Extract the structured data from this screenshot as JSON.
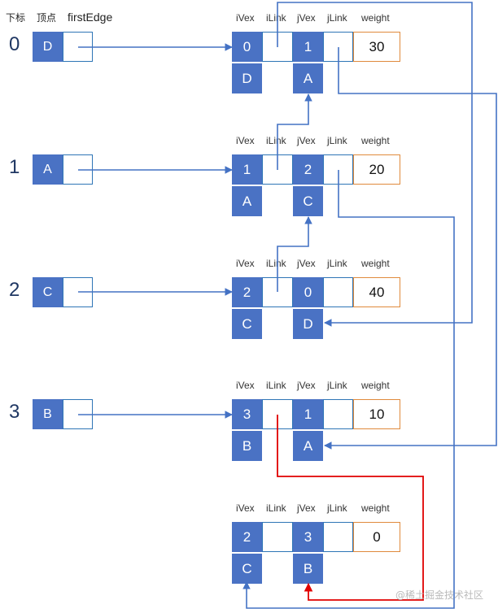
{
  "header": {
    "index_label": "下标",
    "vertex_label": "顶点",
    "first_edge_label": "firstEdge"
  },
  "columns": [
    "iVex",
    "iLink",
    "jVex",
    "jLink",
    "weight"
  ],
  "vertices": [
    {
      "index": "0",
      "name": "D"
    },
    {
      "index": "1",
      "name": "A"
    },
    {
      "index": "2",
      "name": "C"
    },
    {
      "index": "3",
      "name": "B"
    }
  ],
  "edges": [
    {
      "iVex": "0",
      "jVex": "1",
      "weight": "30",
      "iName": "D",
      "jName": "A"
    },
    {
      "iVex": "1",
      "jVex": "2",
      "weight": "20",
      "iName": "A",
      "jName": "C"
    },
    {
      "iVex": "2",
      "jVex": "0",
      "weight": "40",
      "iName": "C",
      "jName": "D"
    },
    {
      "iVex": "3",
      "jVex": "1",
      "weight": "10",
      "iName": "B",
      "jName": "A"
    },
    {
      "iVex": "2",
      "jVex": "3",
      "weight": "0",
      "iName": "C",
      "jName": "B"
    }
  ],
  "colors": {
    "node": "#4a72c4",
    "arrow": "#4472c4",
    "border": "#2e75b6",
    "weight_border": "#e08a3c",
    "highlight": "#e00000"
  },
  "watermark": "@稀土掘金技术社区"
}
